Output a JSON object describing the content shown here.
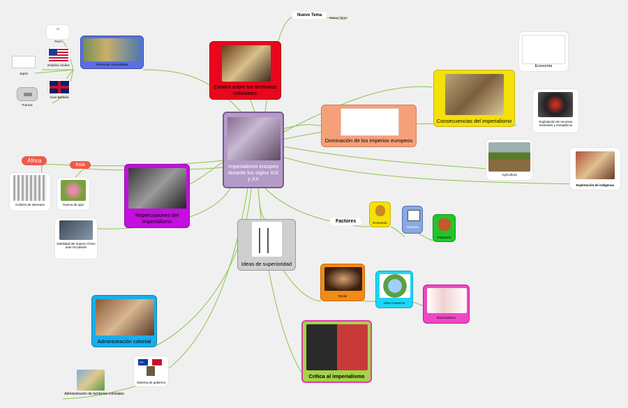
{
  "colors": {
    "link": "#8bc34a",
    "center": "#b49ac7",
    "red": "#e8071d",
    "orange": "#f6a07a",
    "yellow": "#f4e00a",
    "purple": "#c50ee0",
    "gray": "#cfcfcf",
    "blue": "#1aaee8",
    "green": "#a5d34a",
    "pink": "#ee48c4",
    "orange2": "#f38b16",
    "cyan": "#1fd6f5"
  },
  "center": {
    "label": "Imperialismo europeo durante los siglos XIX y XX"
  },
  "nodes": {
    "control": "Control sobre los territorios coloniales",
    "potencias": "Potencias colonialistas",
    "peru": "Perú",
    "eeuu": "Estados Unidos",
    "japon": "Japón",
    "gb": "Gran Bretaña",
    "francia": "Francia",
    "nuevo_tema": "Nuevo Tema",
    "nuevo_tema_sub": "Nuevo Tema",
    "dominacion": "Dominación de los imperios europeos",
    "consecuencias": "Consecuencias del imperialismo",
    "economia_c": "Economía",
    "explotacion_recursos": "Explotación de recursos minerales y energéticos",
    "agricultura": "Agricultura",
    "explotacion_indigenas": "Explotación de indígenas",
    "africa": "África",
    "asia": "Asia",
    "colision": "Colisión de intereses",
    "opio": "Guerra de opio",
    "repercusiones": "Repercusiones del imperialismo",
    "debilidad": "Debilidad del Imperio Chino ante Occidente",
    "factores": "Factores",
    "economia": "Economía",
    "industria": "Industria",
    "poblacion": "Población",
    "ideas": "Ideas de superioridad",
    "racial": "Racial",
    "libre_comercio": "Libre Comercio",
    "nacionalismo": "Nacionalismo",
    "critica": "Crítica al imperialismo",
    "administracion": "Administración colonial",
    "sistema_gobierno": "Sistema de gobierno",
    "admin_territorios": "Administración de territorios coloniales",
    "flag_pr": "PR"
  }
}
